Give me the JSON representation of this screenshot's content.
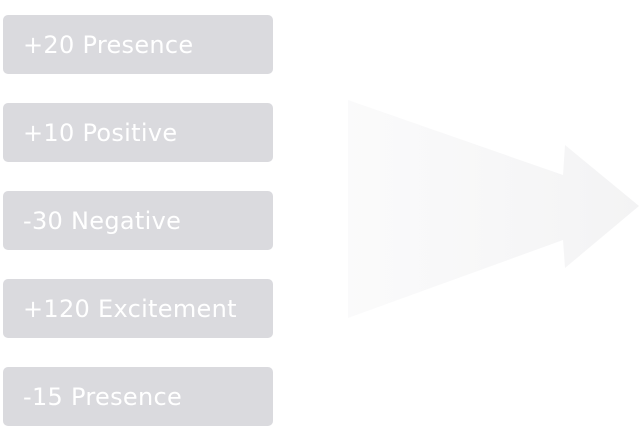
{
  "items": [
    {
      "label": "+20 Presence"
    },
    {
      "label": "+10 Positive"
    },
    {
      "label": "-30 Negative"
    },
    {
      "label": "+120 Excitement"
    },
    {
      "label": "-15 Presence"
    }
  ],
  "colors": {
    "item_background": "#dadade",
    "item_text": "#ffffff",
    "arrow": "#f5f5f6"
  },
  "icons": {
    "arrow": "arrow-right-icon"
  }
}
